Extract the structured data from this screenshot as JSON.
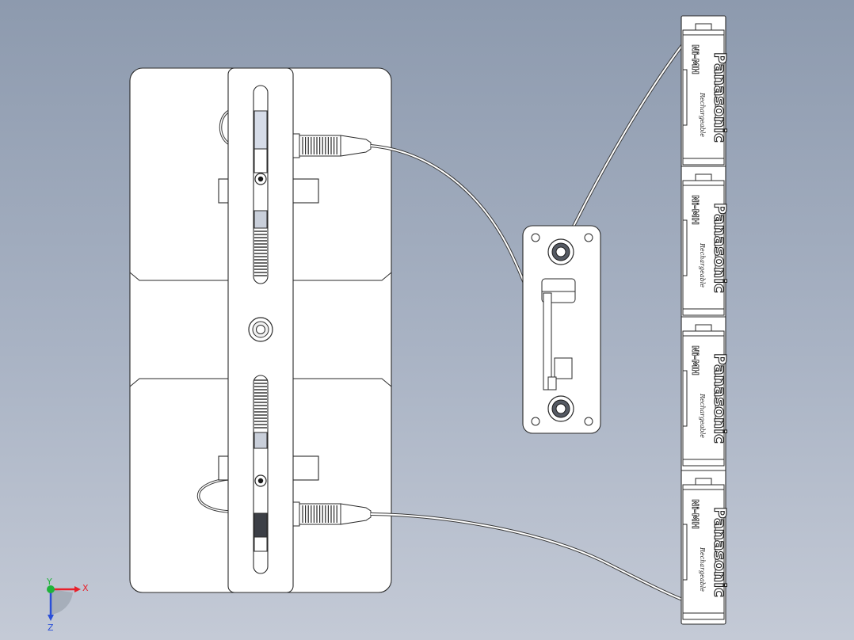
{
  "battery_pack": {
    "cells": [
      {
        "brand": "Panasonic",
        "chem": "Ni-MH",
        "type": "Rechargeable"
      },
      {
        "brand": "Panasonic",
        "chem": "Ni-MH",
        "type": "Rechargeable"
      },
      {
        "brand": "Panasonic",
        "chem": "Ni-MH",
        "type": "Rechargeable"
      },
      {
        "brand": "Panasonic",
        "chem": "Ni-MH",
        "type": "Rechargeable"
      }
    ]
  },
  "triad": {
    "x_label": "X",
    "y_label": "Y",
    "z_label": "Z",
    "colors": {
      "x": "#e8202a",
      "y": "#1fb33a",
      "z": "#2a4fd8"
    }
  },
  "colors": {
    "background_top": "#8d9aae",
    "background_bottom": "#c4cad6",
    "part_fill": "#ffffff",
    "edge_ink": "#2a2a2a"
  }
}
